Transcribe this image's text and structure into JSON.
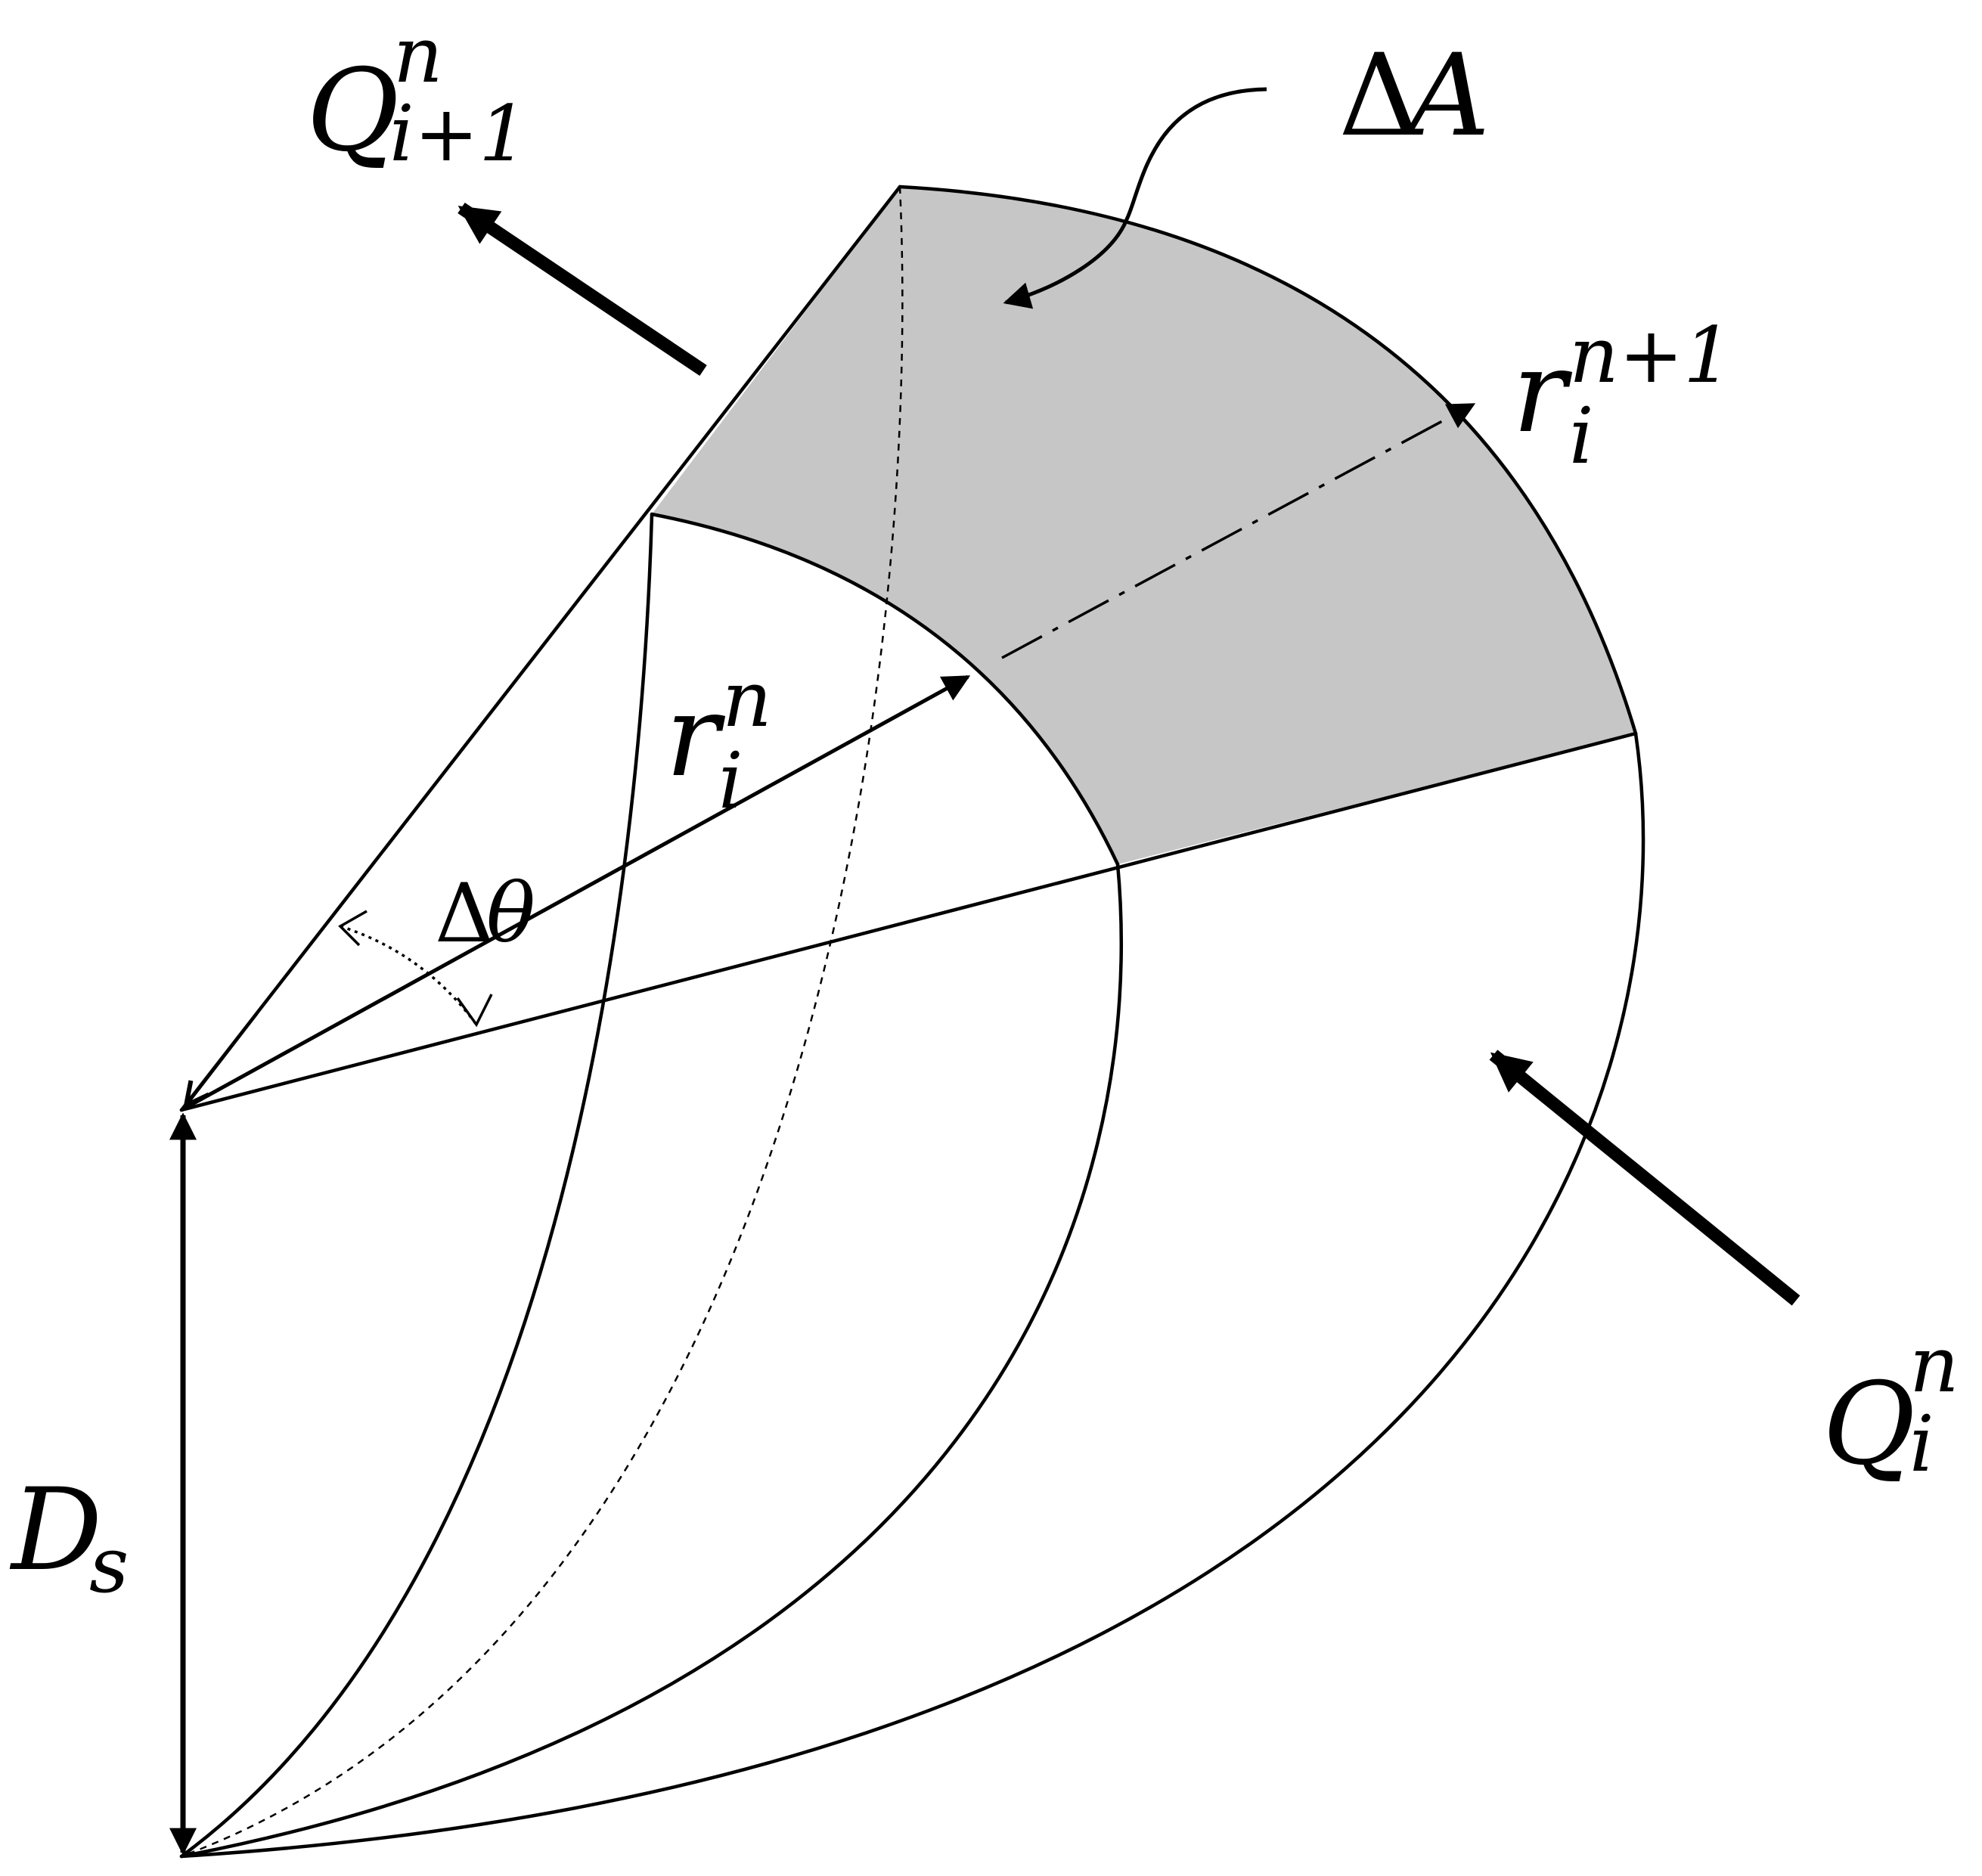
{
  "labels": {
    "flux_out_main": "Q",
    "flux_out_sup": "n",
    "flux_out_sub": "i+1",
    "flux_in_main": "Q",
    "flux_in_sup": "n",
    "flux_in_sub": "i",
    "area_delta": "Δ",
    "area_var": "A",
    "radius_new_main": "r",
    "radius_new_sup": "n+1",
    "radius_new_sub": "i",
    "radius_old_main": "r",
    "radius_old_sup": "n",
    "radius_old_sub": "i",
    "angle_delta": "Δ",
    "angle_var": "θ",
    "depth_main": "D",
    "depth_sub": "s"
  },
  "colors": {
    "stroke": "#000000",
    "shaded_area": "#c6c6c6",
    "background": "#ffffff"
  }
}
